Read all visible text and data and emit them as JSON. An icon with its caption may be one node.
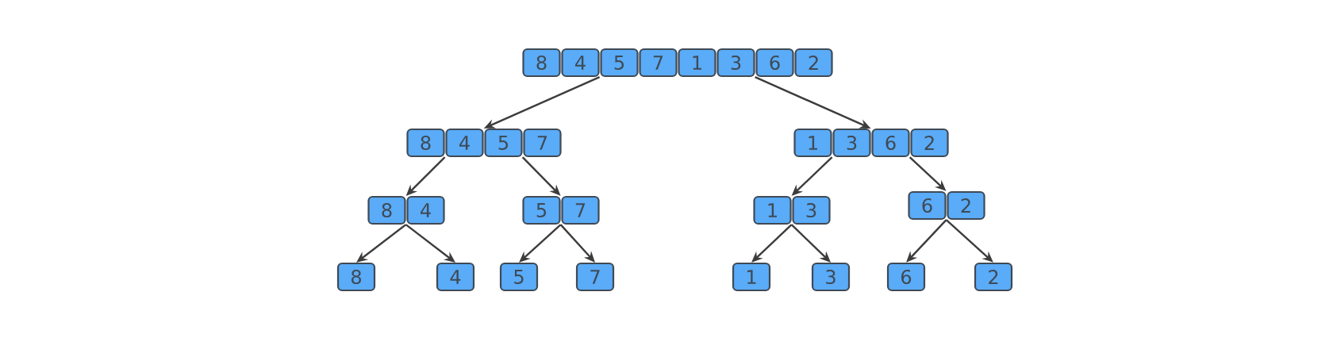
{
  "diagram": {
    "nodes": [
      {
        "text": [
          "8"
        ]
      },
      {
        "text": [
          "4"
        ]
      },
      {
        "text": [
          "5"
        ]
      },
      {
        "text": [
          "7"
        ]
      },
      {
        "text": [
          "1"
        ]
      },
      {
        "text": [
          "3"
        ]
      },
      {
        "text": [
          "6"
        ]
      },
      {
        "text": [
          "2"
        ]
      },
      {
        "text": [
          "8"
        ]
      },
      {
        "text": [
          "4"
        ]
      },
      {
        "text": [
          "5"
        ]
      },
      {
        "text": [
          "7"
        ]
      },
      {
        "text": [
          "1"
        ]
      },
      {
        "text": [
          "3"
        ]
      },
      {
        "text": [
          "6"
        ]
      },
      {
        "text": [
          "2"
        ]
      },
      {
        "text": [
          "8"
        ]
      },
      {
        "text": [
          "4"
        ]
      },
      {
        "text": [
          "5"
        ]
      },
      {
        "text": [
          "7"
        ]
      },
      {
        "text": [
          "1"
        ]
      },
      {
        "text": [
          "3"
        ]
      },
      {
        "text": [
          "6"
        ]
      },
      {
        "text": [
          "2"
        ]
      },
      {
        "text": [
          "8"
        ]
      },
      {
        "text": [
          "4"
        ]
      },
      {
        "text": [
          "5"
        ]
      },
      {
        "text": [
          "7"
        ]
      },
      {
        "text": [
          "1"
        ]
      },
      {
        "text": [
          "3"
        ]
      },
      {
        "text": [
          "6"
        ]
      },
      {
        "text": [
          "2"
        ]
      }
    ],
    "edges": [
      {
        "from": 1,
        "to": 9,
        "arrow": "to"
      },
      {
        "from": 5,
        "to": 13,
        "arrow": "to"
      },
      {
        "from": 8,
        "to": 16,
        "arrow": "to"
      },
      {
        "from": 10,
        "to": 18,
        "arrow": "to"
      },
      {
        "from": 12,
        "to": 20,
        "arrow": "to"
      },
      {
        "from": 14,
        "to": 22,
        "arrow": "to"
      },
      {
        "from": 16,
        "to": 24,
        "arrow": "to"
      },
      {
        "from": 16,
        "to": 25,
        "arrow": "to"
      },
      {
        "from": 18,
        "to": 26,
        "arrow": "to"
      },
      {
        "from": 18,
        "to": 27,
        "arrow": "to"
      },
      {
        "from": 20,
        "to": 28,
        "arrow": "to"
      },
      {
        "from": 20,
        "to": 29,
        "arrow": "to"
      },
      {
        "from": 22,
        "to": 30,
        "arrow": "to"
      },
      {
        "from": 22,
        "to": 31,
        "arrow": "to"
      }
    ]
  }
}
